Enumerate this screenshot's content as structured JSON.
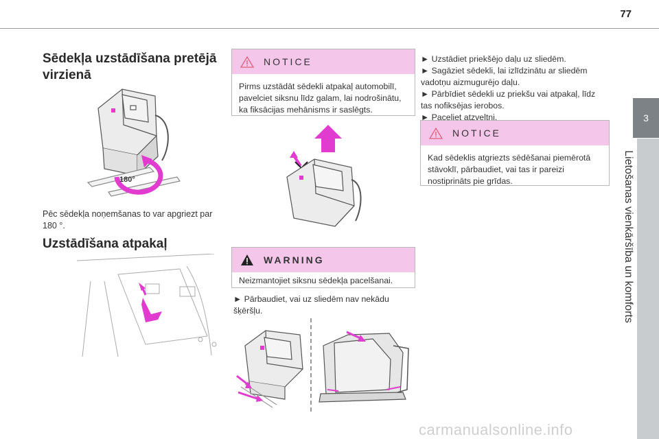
{
  "page_number": "77",
  "chapter_tab": "3",
  "chapter_title": "Lietošanas vienkāršība un komforts",
  "left": {
    "heading1": "Sēdekļa uzstādīšana pretējā virzienā",
    "rotation_label": "180°",
    "caption": "Pēc sēdekļa noņemšanas to var apgriezt par 180 °.",
    "heading2": "Uzstādīšana atpakaļ"
  },
  "middle": {
    "notice_label": "NOTICE",
    "notice_text": "Pirms uzstādāt sēdekli atpakaļ automobilī, pavelciet siksnu līdz galam, lai nodrošinātu, ka fiksācijas mehānisms ir saslēgts.",
    "warning_label": "WARNING",
    "warning_text": "Neizmantojiet siksnu sēdekļa pacelšanai.",
    "bullet": "► Pārbaudiet, vai uz sliedēm nav nekādu šķēršļu."
  },
  "right": {
    "bullets": [
      "► Uzstādiet priekšējo daļu uz sliedēm.",
      "► Sagāziet sēdekli, lai izlīdzinātu ar sliedēm vadotņu aizmugurējo daļu.",
      "► Pārbīdiet sēdekli uz priekšu vai atpakaļ, līdz tas nofiksējas ierobos.",
      "► Paceliet atzveltni."
    ],
    "notice_label": "NOTICE",
    "notice_text": "Kad sēdeklis atgriezts sēdēšanai piemērotā stāvoklī, pārbaudiet, vai tas ir pareizi nostiprināts pie grīdas."
  },
  "watermark": "carmanualsonline.info",
  "colors": {
    "accent_pink": "#e23bd0",
    "notice_header": "#f4c6ea",
    "tab_gray": "#7d8287"
  }
}
